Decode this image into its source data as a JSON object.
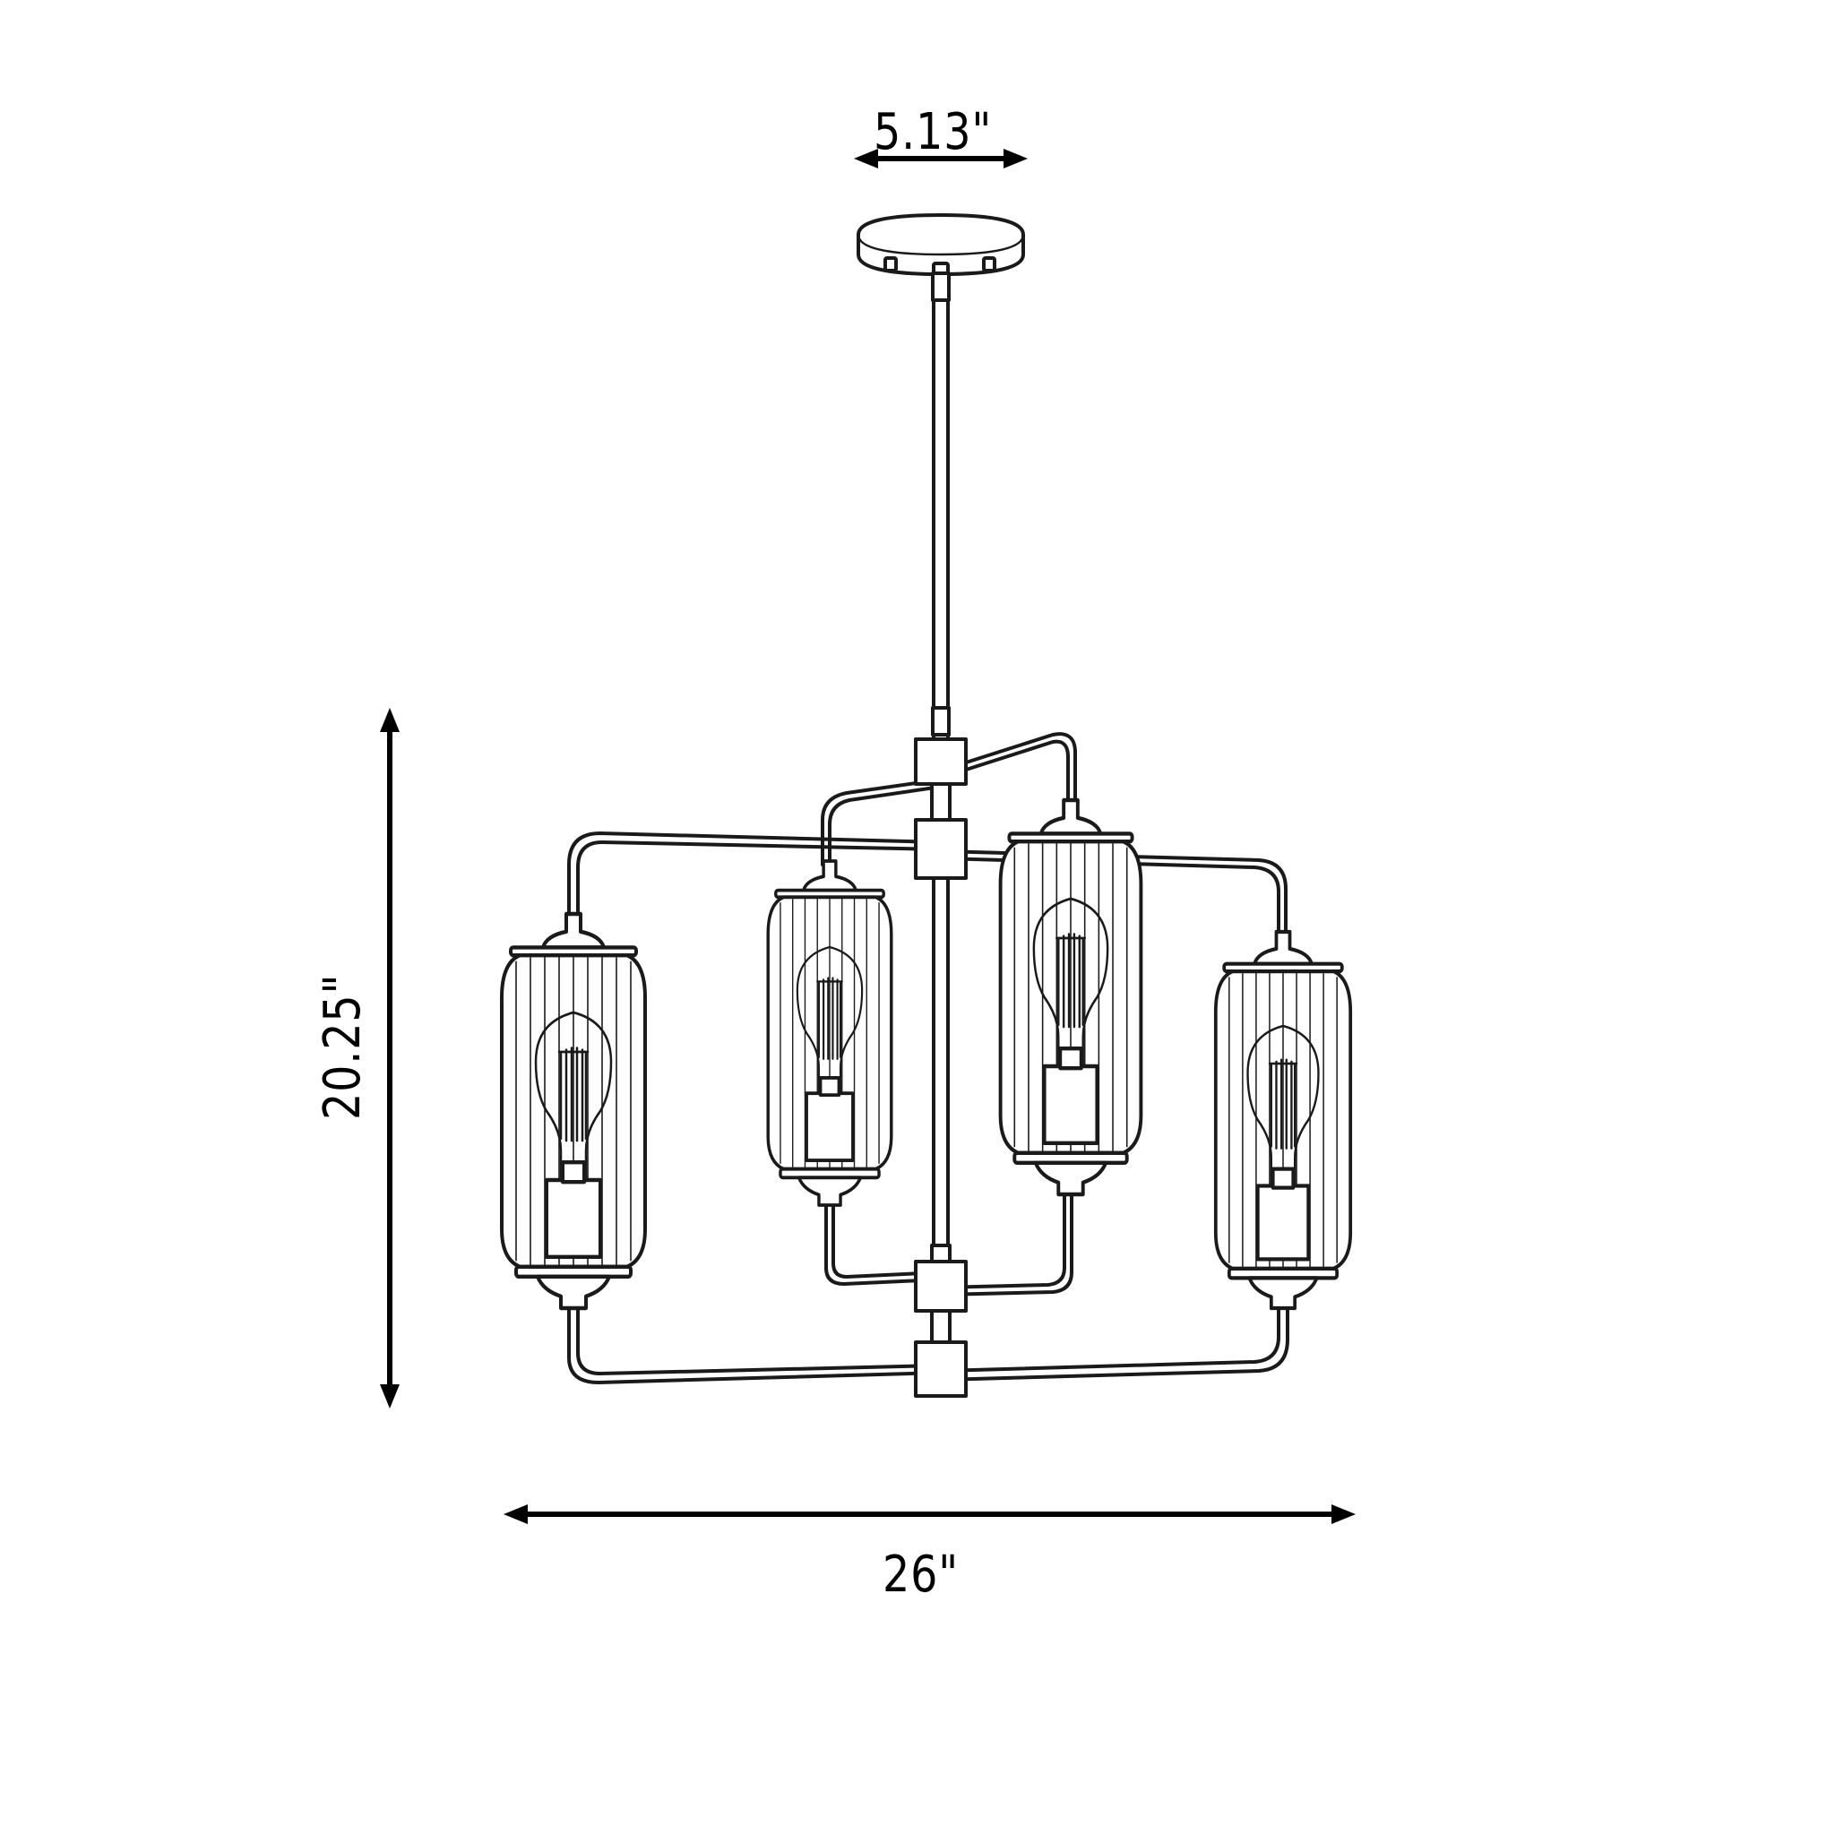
{
  "dimensions": {
    "canopy_width": "5.13\"",
    "overall_width": "26\"",
    "overall_height": "20.25\""
  },
  "lamps": [
    "left-outer",
    "left-inner",
    "right-inner",
    "right-outer"
  ]
}
